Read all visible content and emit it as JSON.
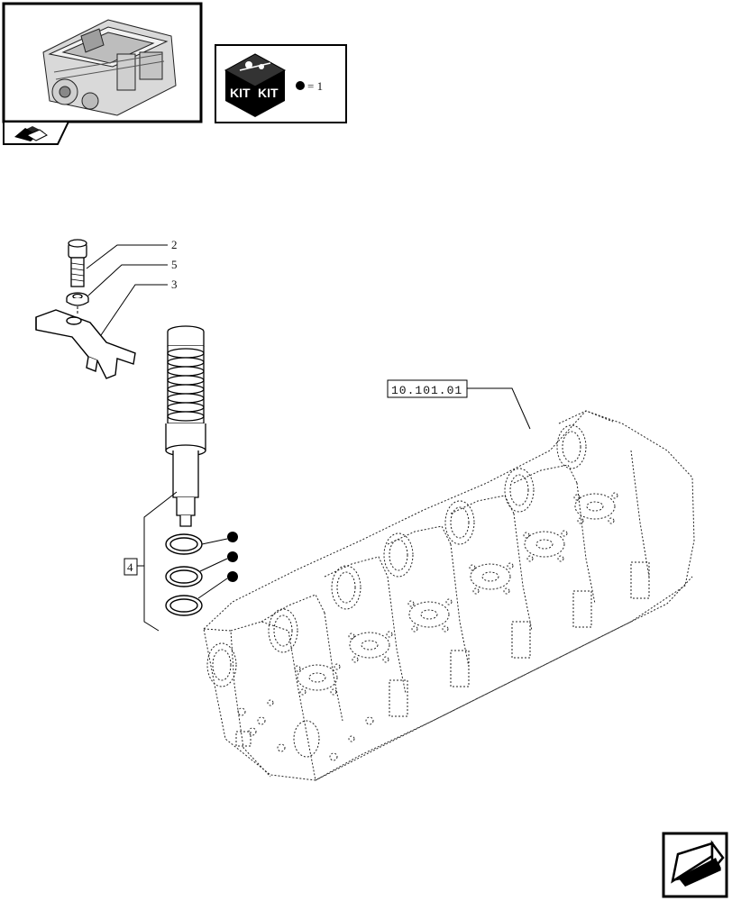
{
  "header": {
    "engine_thumbnail_icon": "engine-block-icon",
    "nav_icon": "book-page-icon",
    "kit_label_left": "KIT",
    "kit_label_right": "KIT",
    "kit_dot_legend": "● = 1"
  },
  "callouts": {
    "item_2": "2",
    "item_5": "5",
    "item_3": "3",
    "item_4": "4"
  },
  "reference": {
    "group_code": "10.101.01"
  },
  "footer": {
    "next_page_icon": "next-page-arrow-icon"
  }
}
